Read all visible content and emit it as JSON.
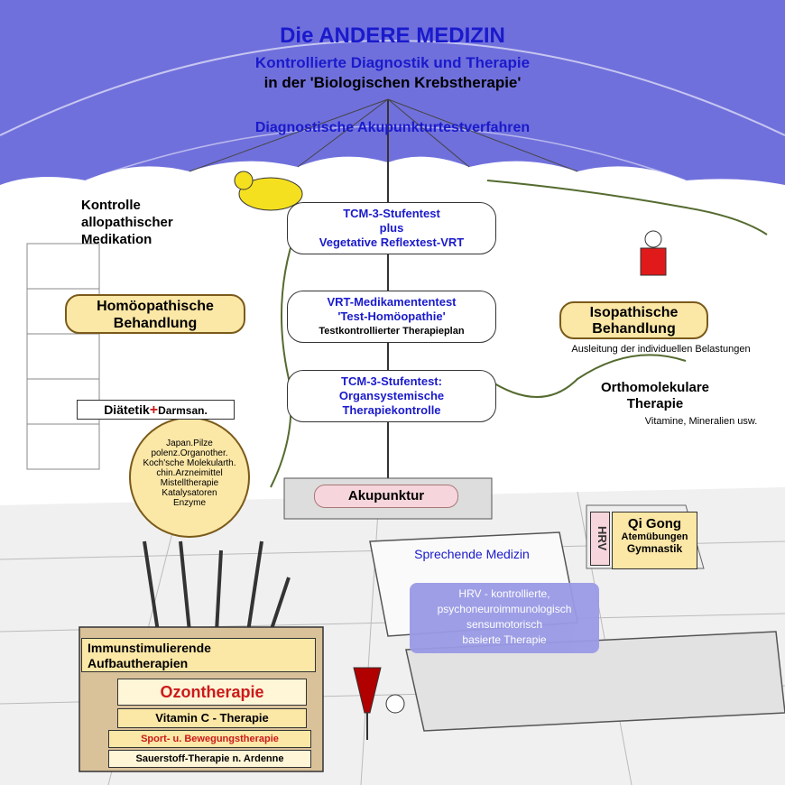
{
  "header": {
    "title": "Die ANDERE MEDIZIN",
    "subtitle_1": "Kontrollierte Diagnostik und Therapie",
    "subtitle_2": "in der 'Biologischen Krebstherapie'",
    "umbrella_label": "Diagnostische Akupunkturtestverfahren"
  },
  "center": {
    "box1": [
      "TCM-3-Stufentest",
      "plus",
      "Vegetative Reflextest-VRT"
    ],
    "box2": [
      "VRT-Medikamententest",
      "'Test-Homöopathie'",
      "Testkontrollierter Therapieplan"
    ],
    "box3": [
      "TCM-3-Stufentest:",
      "Organsystemische",
      "Therapiekontrolle"
    ],
    "akupunktur": "Akupunktur"
  },
  "left": {
    "kontrolle": [
      "Kontrolle",
      "allopathischer",
      "Medikation"
    ],
    "homoeopathie": [
      "Homöopathische",
      "Behandlung"
    ],
    "diaetetik": "Diätetik",
    "darmsan": "Darmsan.",
    "plus_sign": "+",
    "circle_items": [
      "Japan.Pilze",
      "polenz.Organother.",
      "Koch'sche Molekularth.",
      "chin.Arzneimittel",
      "Mistelltherapie",
      "Katalysatoren",
      "Enzyme"
    ]
  },
  "right": {
    "isopathie": [
      "Isopathische",
      "Behandlung"
    ],
    "ausleitung": "Ausleitung der individuellen Belastungen",
    "orthomolekular": [
      "Orthomolekulare",
      "Therapie"
    ],
    "vitamine": "Vitamine, Mineralien usw.",
    "hrv": "HRV",
    "qigong": "Qi Gong",
    "atem": "Atemübungen",
    "gymnastik": "Gymnastik"
  },
  "bottom": {
    "sprechende": "Sprechende Medizin",
    "hrv_therapy": [
      "HRV - kontrollierte,",
      "psychoneuroimmunologisch",
      "sensumotorisch",
      "basierte Therapie"
    ],
    "immun": [
      "Immunstimulierende",
      "Aufbautherapien"
    ],
    "ozon": "Ozontherapie",
    "vitaminc": "Vitamin C - Therapie",
    "sport": "Sport- u. Bewegungstherapie",
    "sauerstoff": "Sauerstoff-Therapie n. Ardenne"
  },
  "colors": {
    "umbrella": "#7070dc",
    "title_blue": "#1a1acc",
    "plate_fill": "#fbe7a6",
    "accent_red": "#cc1a1a"
  }
}
